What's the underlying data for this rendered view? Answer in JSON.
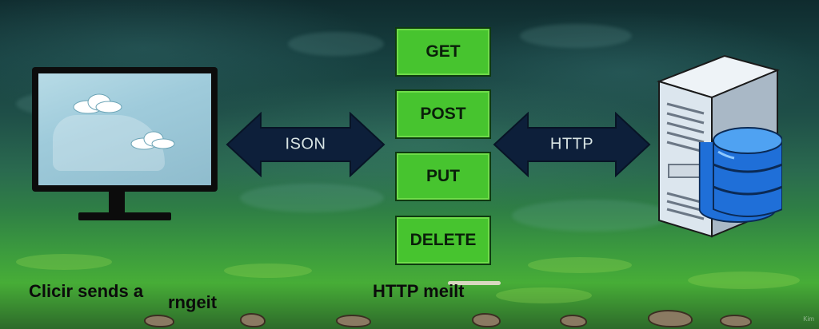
{
  "diagram": {
    "client": {
      "caption_part1": "Clicir sends a",
      "caption_part2": "rngeit"
    },
    "arrow_left": {
      "label": "ISON"
    },
    "methods": {
      "items": [
        "GET",
        "POST",
        "PUT",
        "DELETE"
      ],
      "caption": "HTTP meilt"
    },
    "arrow_right": {
      "label": "HTTP"
    },
    "watermark": "Kim"
  },
  "colors": {
    "method_fill": "#47c42f",
    "arrow_fill": "#0d1f3a",
    "db_blue": "#1f6fd8",
    "server_light": "#dce6ee"
  }
}
